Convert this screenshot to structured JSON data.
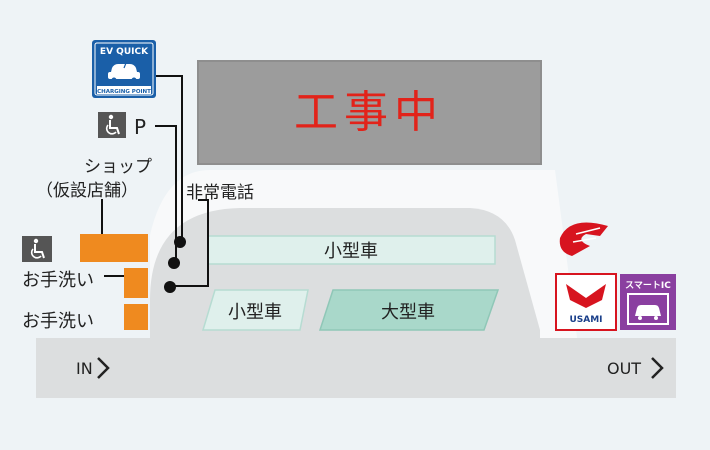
{
  "construction": {
    "text": "工事中",
    "color": "#e2231a"
  },
  "ev_sign": {
    "title": "EV QUICK",
    "subtitle": "CHARGING POINT",
    "icon": "ev-car-icon",
    "color": "#1a5fa8"
  },
  "parking": {
    "accessible_icon": "wheelchair-icon",
    "label": "P",
    "lots": [
      {
        "label": "小型車"
      },
      {
        "label": "小型車"
      },
      {
        "label": "大型車"
      }
    ]
  },
  "facilities": {
    "shop_line1": "ショップ",
    "shop_line2": "（仮設店舗）",
    "phone": "非常電話",
    "toilet1": "お手洗い",
    "toilet2": "お手洗い",
    "accessible_icon": "wheelchair-icon",
    "facility_color": "#ef8a1f"
  },
  "road": {
    "in_label": "IN",
    "out_label": "OUT"
  },
  "right_icons": [
    {
      "name": "brand-logo-icon",
      "color": "#d7141f"
    },
    {
      "name": "usami-logo-icon",
      "text": "USAMI",
      "color": "#d7141f"
    },
    {
      "name": "smart-ic-icon",
      "text": "スマートIC",
      "color": "#8a3fa0"
    }
  ]
}
